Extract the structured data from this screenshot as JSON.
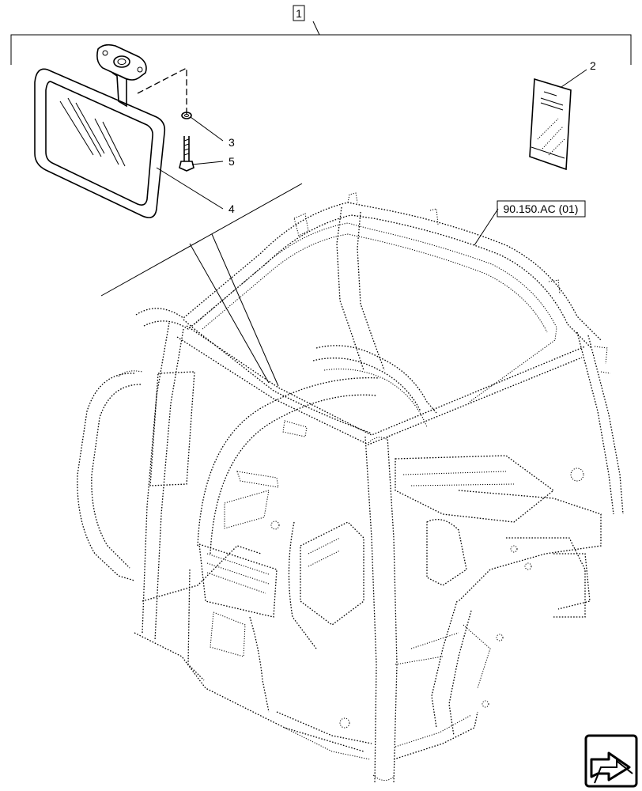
{
  "callouts": {
    "kit": "1",
    "manual": "2",
    "washer": "3",
    "mirror": "4",
    "bolt": "5"
  },
  "reference": "90.150.AC (01)",
  "icons": {
    "nav": "next-page-arrow-icon"
  },
  "colors": {
    "line": "#000000",
    "background": "#ffffff"
  }
}
